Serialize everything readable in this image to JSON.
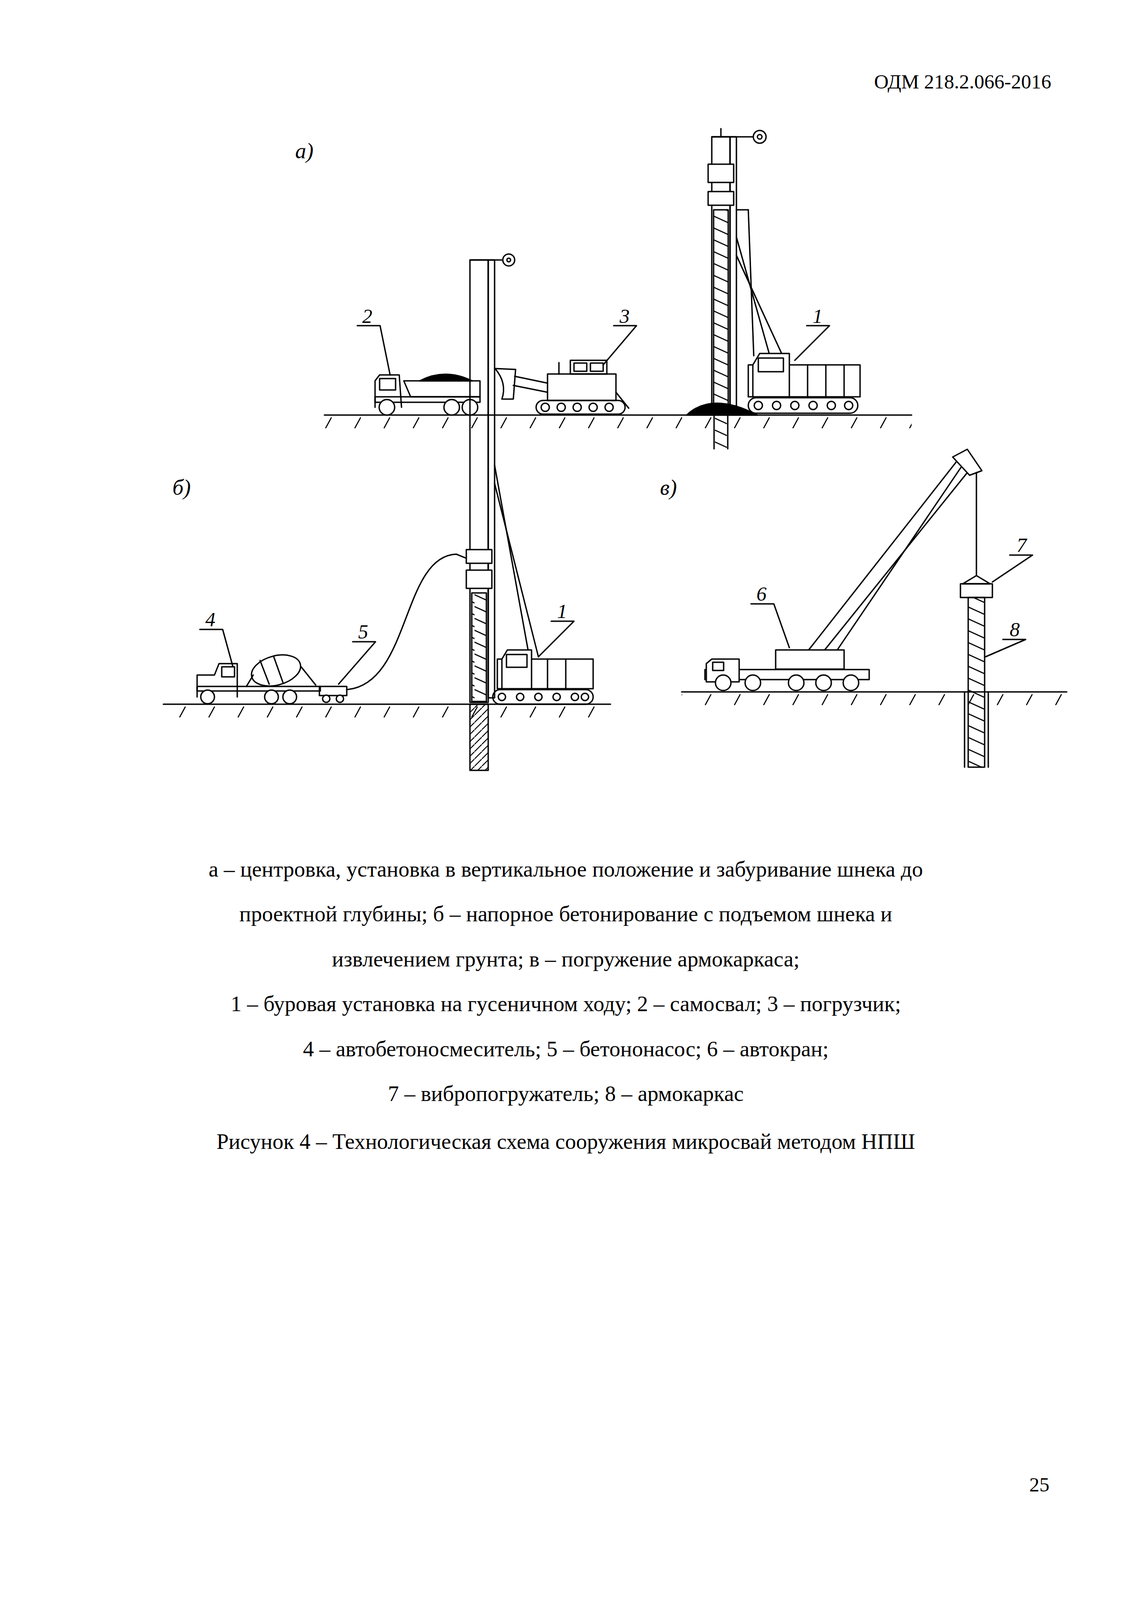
{
  "diagram": {
    "caption": "Рисунок 4 – Технологическая схема сооружения микросвай методом НПШ",
    "labels": [
      "ОДМ 218.2.066-2016",
      "а)",
      "2",
      "3",
      "1",
      "б)",
      "в)",
      "4",
      "5",
      "1",
      "6",
      "7",
      "8",
      "а – центровка, установка в вертикальное положение и забуривание шнека до",
      "проектной глубины; б – напорное бетонирование с подъемом шнека и",
      "извлечением грунта; в – погружение армокаркаса;",
      "1 – буровая установка на гусеничном ходу; 2 – самосвал; 3 – погрузчик;",
      "4 – автобетоносмеситель; 5 – бетононасос; 6 – автокран;",
      "7 – вибропогружатель; 8 – армокаркас",
      "25"
    ]
  }
}
